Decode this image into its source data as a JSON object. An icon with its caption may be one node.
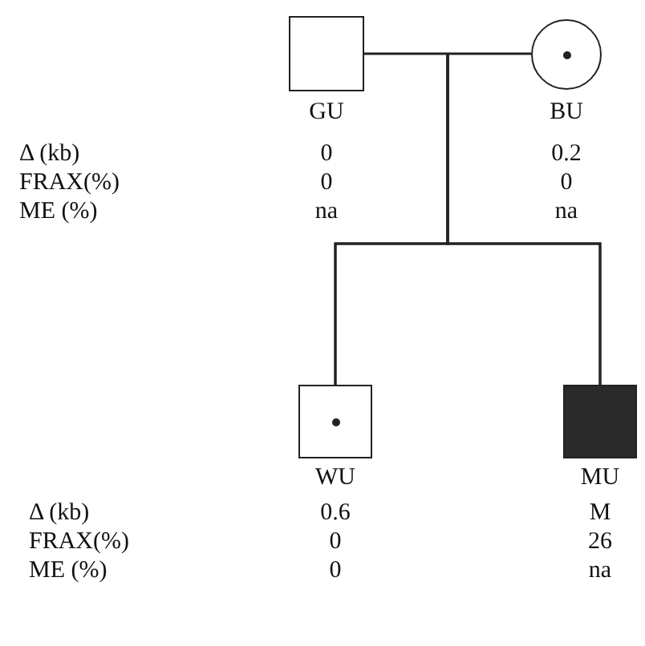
{
  "diagram": {
    "nodes": [
      {
        "text": [],
        "shape": "box",
        "beside": [
          "GU",
          "0",
          "0",
          "na"
        ]
      },
      {
        "text": [],
        "shape": "circle",
        "beside": [
          "BU",
          "0.2",
          "0",
          "na"
        ]
      },
      {
        "text": [],
        "shape": "box",
        "beside": [
          "WU",
          "0.6",
          "0",
          "0"
        ]
      },
      {
        "text": [],
        "shape": "box",
        "beside": [
          "MU",
          "M",
          "26",
          "na"
        ]
      }
    ],
    "edges": [
      {
        "from": 0,
        "to": 1,
        "arrow": "none"
      },
      {
        "from": 0,
        "to": 2,
        "arrow": "none"
      },
      {
        "from": 0,
        "to": 3,
        "arrow": "none"
      },
      {
        "from": 1,
        "to": 2,
        "arrow": "none"
      },
      {
        "from": 1,
        "to": 3,
        "arrow": "none"
      }
    ],
    "labels": [
      "Δ (kb)",
      "FRAX(%)",
      "ME (%)",
      "Δ (kb)",
      "FRAX(%)",
      "ME (%)"
    ]
  }
}
